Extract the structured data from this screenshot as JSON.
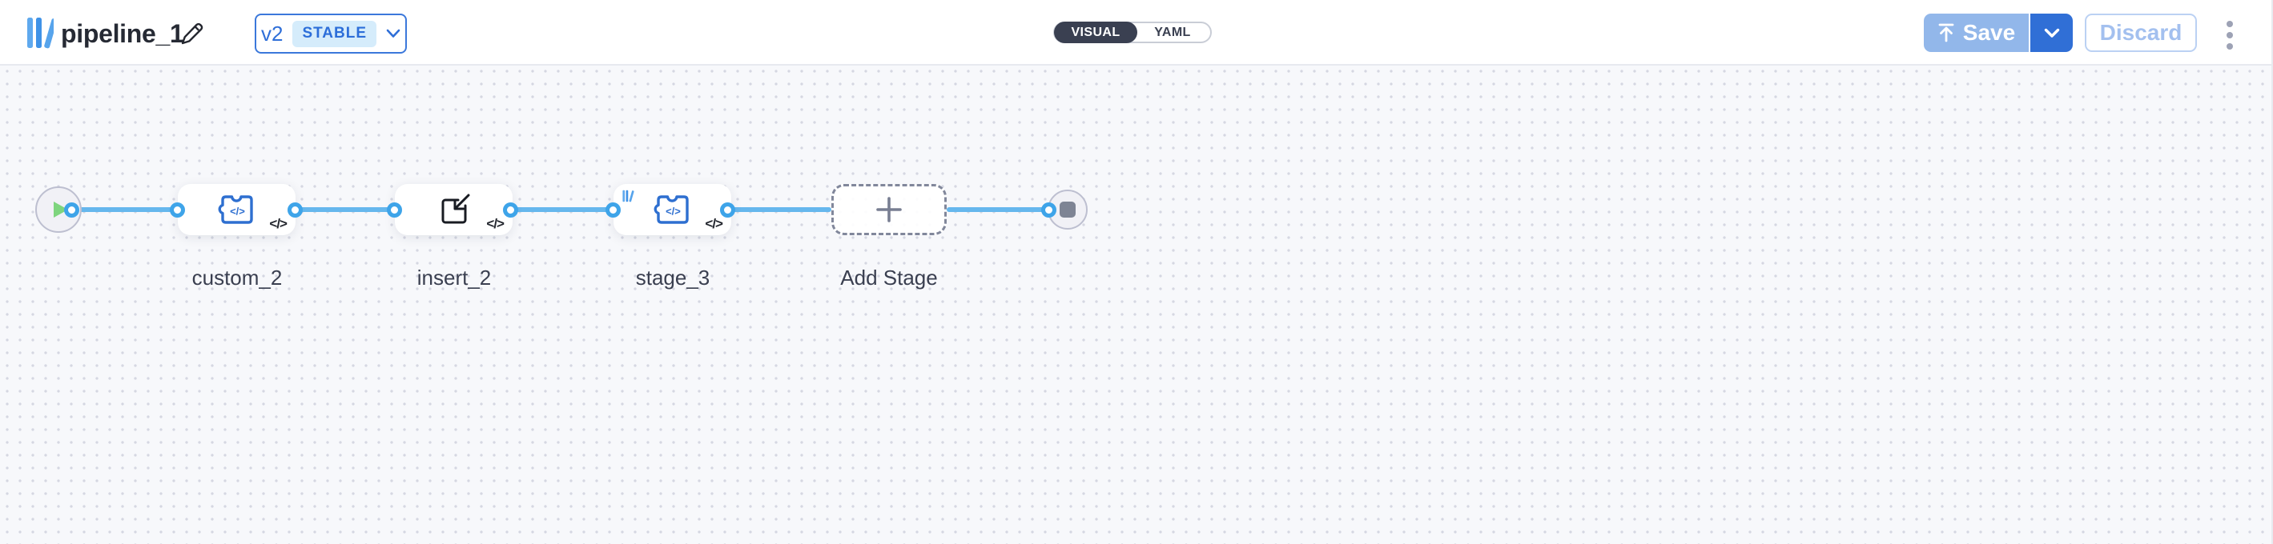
{
  "header": {
    "title": "pipeline_1",
    "version": {
      "label": "v2",
      "badge": "STABLE"
    },
    "view_toggle": {
      "options": [
        "VISUAL",
        "YAML"
      ],
      "selected": "VISUAL"
    },
    "actions": {
      "save": "Save",
      "discard": "Discard"
    }
  },
  "canvas": {
    "stages": [
      {
        "label": "custom_2",
        "icon": "puzzle-code-icon",
        "corner_glyph": "</>"
      },
      {
        "label": "insert_2",
        "icon": "import-icon",
        "corner_glyph": "</>"
      },
      {
        "label": "stage_3",
        "icon": "puzzle-code-icon",
        "badge_icon": "library-badge-icon",
        "corner_glyph": "</>"
      },
      {
        "label": "Add Stage",
        "icon": "plus-icon"
      }
    ],
    "endpoints": {
      "start_icon": "play-icon",
      "end_icon": "stop-icon"
    }
  },
  "icons": [
    "library-icon",
    "pencil-icon",
    "chevron-down-icon",
    "upload-icon",
    "kebab-menu-icon",
    "play-icon",
    "stop-icon",
    "puzzle-code-icon",
    "import-icon",
    "plus-icon",
    "library-badge-icon"
  ],
  "colors": {
    "accent_blue": "#2F6FD8",
    "connector_blue": "#66B7ED",
    "port_blue": "#3EA4E9",
    "save_disabled_bg": "#92B7EA",
    "save_active_bg": "#306FD6",
    "stable_badge_bg": "#D5ECFB",
    "toggle_selected_bg": "#3A4051",
    "play_green": "#7ED57E",
    "stop_gray": "#7E8494",
    "canvas_bg": "#F7F8FB",
    "grid_dot": "#D5D7E2"
  }
}
